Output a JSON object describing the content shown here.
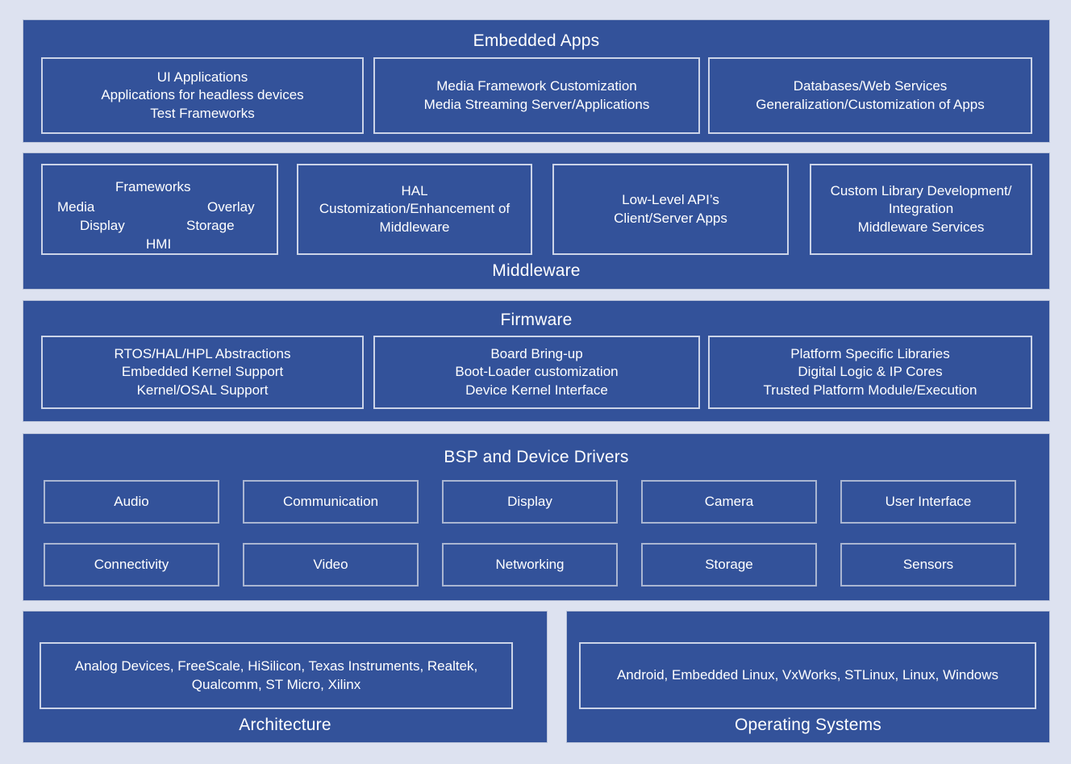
{
  "diagram": {
    "background_color": "#dde2f0",
    "panel_color": "#33529a",
    "border_color": "#ccd4e8",
    "text_color": "#ffffff"
  },
  "layers": {
    "embedded_apps": {
      "title": "Embedded Apps",
      "boxes": [
        {
          "line1": "UI Applications",
          "line2": "Applications for headless devices",
          "line3": "Test Frameworks"
        },
        {
          "line1": "Media Framework Customization",
          "line2": "Media Streaming Server/Applications"
        },
        {
          "line1": "Databases/Web Services",
          "line2": "Generalization/Customization of Apps"
        }
      ]
    },
    "middleware": {
      "title": "Middleware",
      "cloud": {
        "frameworks": "Frameworks",
        "media": "Media",
        "overlay": "Overlay",
        "display": "Display",
        "storage": "Storage",
        "hmi": "HMI"
      },
      "boxes": [
        {
          "line1": "HAL",
          "line2": "Customization/Enhancement of",
          "line3": "Middleware"
        },
        {
          "line1": "Low-Level API’s",
          "line2": "Client/Server Apps"
        },
        {
          "line1": "Custom Library Development/",
          "line2": "Integration",
          "line3": "Middleware Services"
        }
      ]
    },
    "firmware": {
      "title": "Firmware",
      "boxes": [
        {
          "line1": "RTOS/HAL/HPL Abstractions",
          "line2": "Embedded Kernel Support",
          "line3": "Kernel/OSAL Support"
        },
        {
          "line1": "Board Bring-up",
          "line2": "Boot-Loader customization",
          "line3": "Device Kernel Interface"
        },
        {
          "line1": "Platform Specific Libraries",
          "line2": "Digital Logic & IP Cores",
          "line3": "Trusted Platform Module/Execution"
        }
      ]
    },
    "bsp": {
      "title": "BSP and Device Drivers",
      "row1": [
        "Audio",
        "Communication",
        "Display",
        "Camera",
        "User Interface"
      ],
      "row2": [
        "Connectivity",
        "Video",
        "Networking",
        "Storage",
        "Sensors"
      ]
    },
    "architecture": {
      "title": "Architecture",
      "box": {
        "line1": "Analog Devices, FreeScale, HiSilicon, Texas Instruments, Realtek,",
        "line2": "Qualcomm, ST Micro, Xilinx"
      }
    },
    "operating_systems": {
      "title": "Operating Systems",
      "box": {
        "line1": "Android, Embedded Linux, VxWorks, STLinux, Linux, Windows"
      }
    }
  }
}
